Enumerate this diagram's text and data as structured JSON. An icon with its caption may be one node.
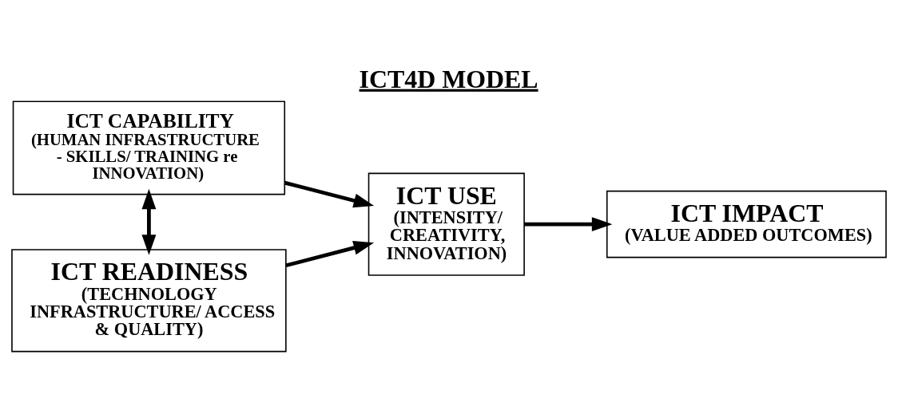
{
  "diagram": {
    "title": "ICT4D MODEL",
    "nodes": [
      {
        "text": [
          "ICT CAPABILITY",
          "(HUMAN INFRASTRUCTURE - SKILLS/ TRAINING re INNOVATION)"
        ]
      },
      {
        "text": [
          "ICT READINESS",
          "(TECHNOLOGY INFRASTRUCTURE/ ACCESS & QUALITY)"
        ]
      },
      {
        "text": [
          "ICT USE",
          "(INTENSITY/ CREATIVITY, INNOVATION)"
        ]
      },
      {
        "text": [
          "ICT IMPACT",
          "(VALUE ADDED OUTCOMES)"
        ]
      }
    ],
    "edges": [
      {
        "from": 0,
        "to": 1,
        "arrow": "both"
      },
      {
        "from": 0,
        "to": 2,
        "arrow": "to"
      },
      {
        "from": 1,
        "to": 2,
        "arrow": "to"
      },
      {
        "from": 2,
        "to": 3,
        "arrow": "to"
      }
    ]
  }
}
